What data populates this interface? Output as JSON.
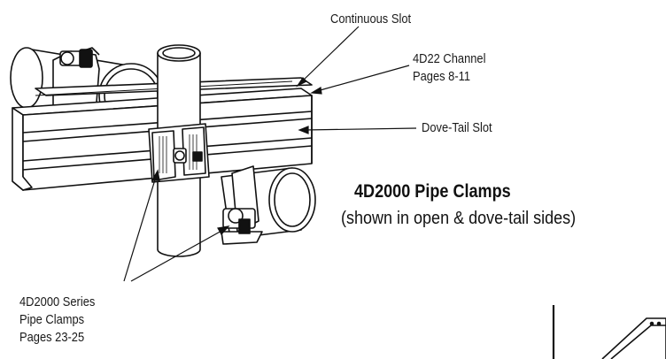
{
  "labels": {
    "continuous_slot": "Continuous Slot",
    "channel_line1": "4D22 Channel",
    "channel_line2": "Pages 8-11",
    "dovetail_slot": "Dove-Tail Slot",
    "series_line1": "4D2000 Series",
    "series_line2": "Pipe Clamps",
    "series_line3": "Pages 23-25"
  },
  "caption": {
    "title": "4D2000 Pipe Clamps",
    "subtitle": "(shown in open & dove-tail sides)"
  }
}
